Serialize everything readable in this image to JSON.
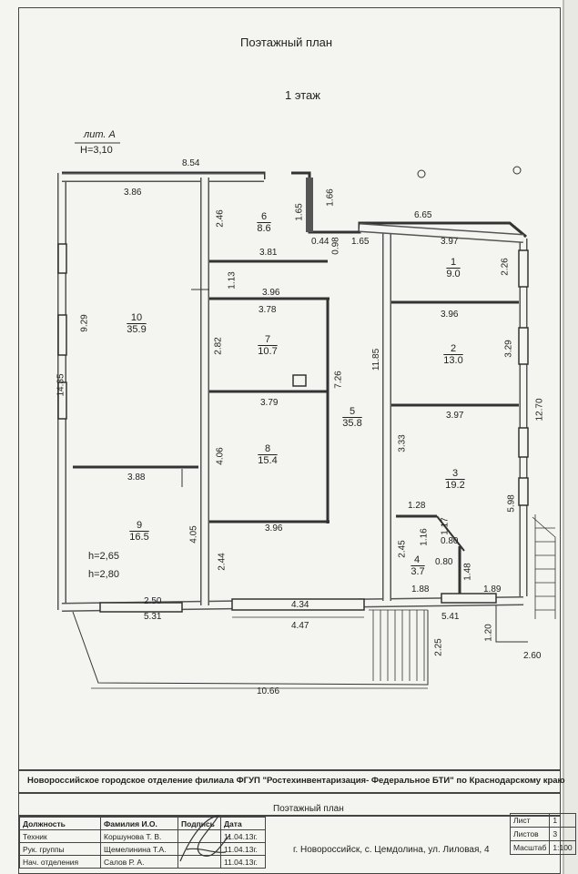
{
  "header": {
    "title": "Поэтажный план",
    "floor": "1 этаж"
  },
  "lit": {
    "label": "лит. А",
    "height": "H=3,10"
  },
  "dims": {
    "d854": "8.54",
    "d386": "3.86",
    "d246": "2.46",
    "d165a": "1.65",
    "d166": "1.66",
    "d665": "6.65",
    "d044": "0.44",
    "d098": "0.98",
    "d165b": "1.65",
    "d397a": "3.97",
    "d226": "2.26",
    "d381": "3.81",
    "d113": "1.13",
    "d396a": "3.96",
    "d378": "3.78",
    "d396b": "3.96",
    "d929": "9.29",
    "d282": "2.82",
    "d1185": "11.85",
    "d726": "7.26",
    "d329": "3.29",
    "d1435": "14.35",
    "d379": "3.79",
    "d397b": "3.97",
    "d1270": "12.70",
    "d333": "3.33",
    "d406": "4.06",
    "d388": "3.88",
    "d598": "5.98",
    "d128": "1.28",
    "d117": "1.17",
    "d116": "1.16",
    "d396c": "3.96",
    "d405": "4.05",
    "d245": "2.45",
    "d080a": "0.80",
    "d080b": "0.80",
    "d148": "1.48",
    "d244": "2.44",
    "d188": "1.88",
    "d189": "1.89",
    "d250": "2.50",
    "d531": "5.31",
    "d434": "4.34",
    "d447": "4.47",
    "d541": "5.41",
    "d120": "1.20",
    "d225": "2.25",
    "d260": "2.60",
    "d1066": "10.66"
  },
  "rooms": [
    {
      "n": "6",
      "a": "8.6"
    },
    {
      "n": "10",
      "a": "35.9"
    },
    {
      "n": "7",
      "a": "10.7"
    },
    {
      "n": "8",
      "a": "15.4"
    },
    {
      "n": "9",
      "a": "16.5"
    },
    {
      "n": "5",
      "a": "35.8"
    },
    {
      "n": "1",
      "a": "9.0"
    },
    {
      "n": "2",
      "a": "13.0"
    },
    {
      "n": "3",
      "a": "19.2"
    },
    {
      "n": "4",
      "a": "3.7"
    }
  ],
  "heights": {
    "h1": "h=2,65",
    "h2": "h=2,80"
  },
  "footer": {
    "org": "Новороссийское городское отделение филиала ФГУП \"Ростехинвентаризация- Федеральное БТИ\" по Краснодарскому краю",
    "doc": "Поэтажный план",
    "address": "г. Новороссийск, с. Цемдолина, ул. Лиловая, 4"
  },
  "stamp": {
    "headers": [
      "Должность",
      "Фамилия И.О.",
      "Подпись",
      "Дата"
    ],
    "rows": [
      {
        "role": "Техник",
        "name": "Коршунова Т. В.",
        "date": "11.04.13г."
      },
      {
        "role": "Рук. группы",
        "name": "Щемелинина Т.А.",
        "date": "11.04.13г."
      },
      {
        "role": "Нач. отделения",
        "name": "Салов Р. А.",
        "date": "11.04.13г."
      }
    ],
    "sheet_label": "Лист",
    "sheet_value": "1",
    "sheets_label": "Листов",
    "sheets_value": "3",
    "scale_label": "Масштаб",
    "scale_value": "1:100"
  }
}
